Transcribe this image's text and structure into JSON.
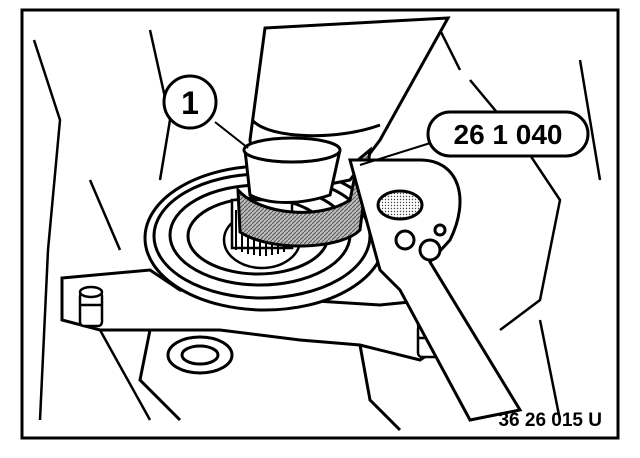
{
  "callouts": {
    "part_number": "1",
    "tool_number": "26 1 040"
  },
  "figure_code": "36 26 015 U",
  "colors": {
    "ink": "#000000",
    "paper": "#ffffff",
    "wrench_shade": "#8c8c8c"
  }
}
